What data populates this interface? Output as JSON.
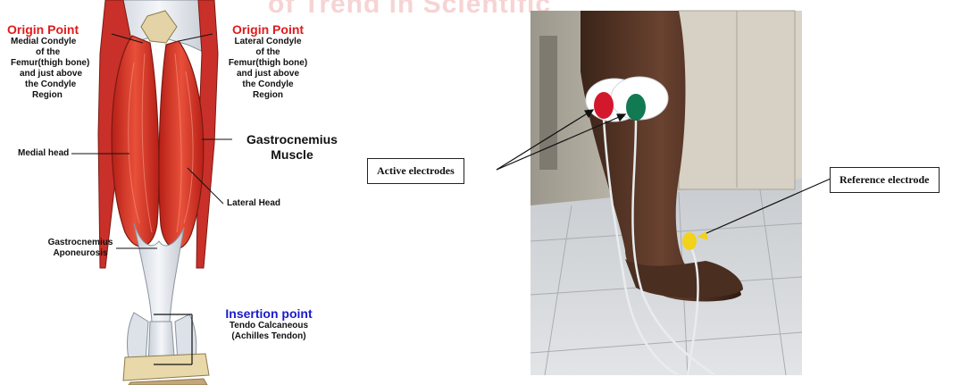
{
  "watermark": "of Trend in Scientific",
  "anatomy": {
    "origin_medial": {
      "title": "Origin Point",
      "lines": [
        "Medial Condyle",
        "of the",
        "Femur(thigh bone)",
        "and just above",
        "the Condyle",
        "Region"
      ]
    },
    "origin_lateral": {
      "title": "Origin Point",
      "lines": [
        "Lateral Condyle",
        "of the",
        "Femur(thigh bone)",
        "and just above",
        "the Condyle",
        "Region"
      ]
    },
    "medial_head": "Medial head",
    "muscle_name": [
      "Gastrocnemius",
      "Muscle"
    ],
    "lateral_head": "Lateral Head",
    "aponeurosis": [
      "Gastrocnemius",
      "Aponeurosis"
    ],
    "insertion": {
      "title": "Insertion point",
      "lines": [
        "Tendo Calcaneous",
        "(Achilles Tendon)"
      ]
    }
  },
  "photo": {
    "active_label": "Active electrodes",
    "reference_label": "Reference electrode"
  },
  "colors": {
    "origin_title": "#e01b1b",
    "insertion_title": "#1a1acc",
    "muscle": "#d93a2a",
    "electrode_red": "#d3182e",
    "electrode_green": "#127a52",
    "electrode_yellow": "#f2d21a"
  }
}
